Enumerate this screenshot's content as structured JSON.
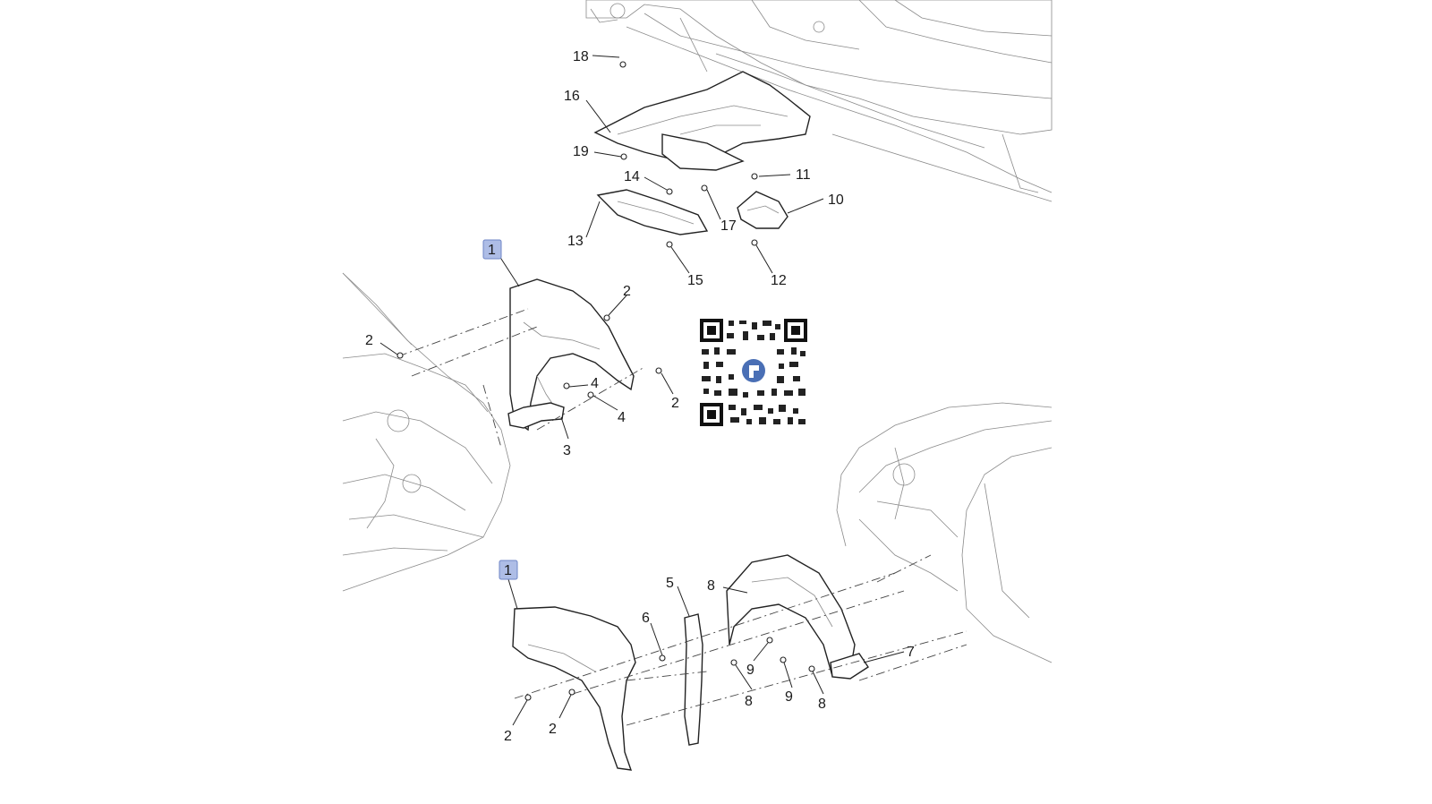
{
  "callouts": {
    "c18": "18",
    "c16": "16",
    "c19": "19",
    "c14": "14",
    "c11": "11",
    "c10": "10",
    "c13": "13",
    "c17": "17",
    "c15": "15",
    "c12": "12",
    "c1a": "1",
    "c2a": "2",
    "c2b": "2",
    "c2c": "2",
    "c4a": "4",
    "c4b": "4",
    "c3": "3",
    "c1b": "1",
    "c5": "5",
    "c8a": "8",
    "c6": "6",
    "c7": "7",
    "c9a": "9",
    "c9b": "9",
    "c8b": "8",
    "c8c": "8",
    "c2d": "2",
    "c2e": "2"
  },
  "colors": {
    "highlight": "#aebde6",
    "line": "#222222",
    "background_art": "#8a8a8a"
  },
  "icons": {
    "qr": "qr-code-icon",
    "logo": "logo-icon"
  }
}
